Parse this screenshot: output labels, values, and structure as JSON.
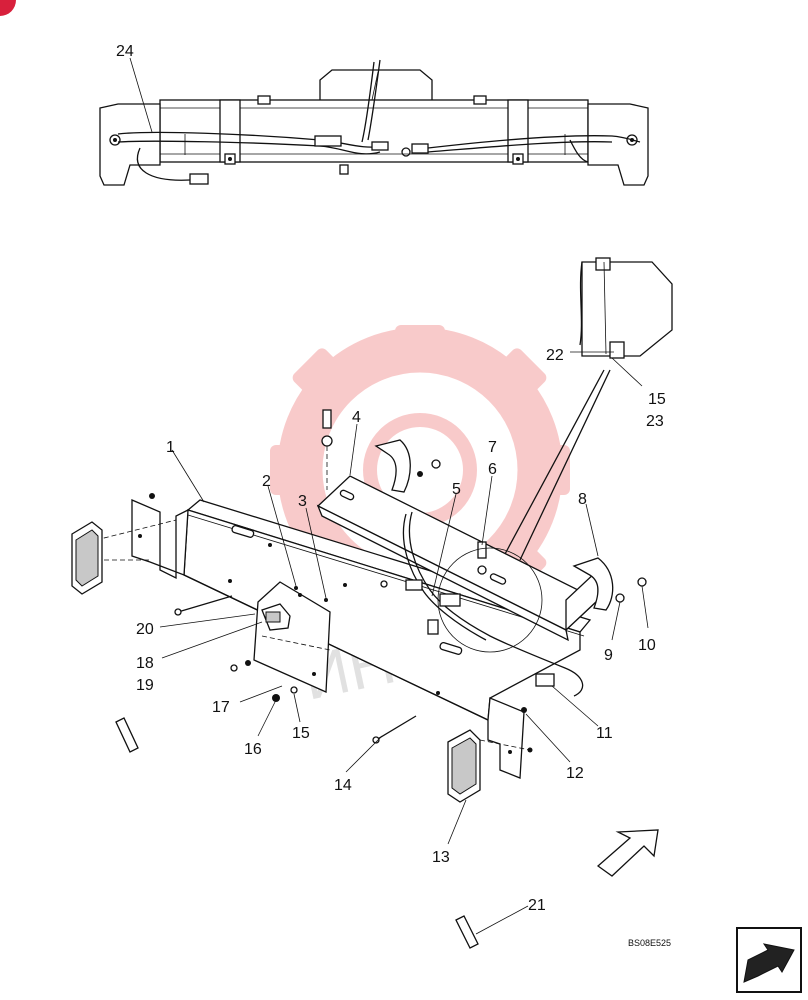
{
  "diagram": {
    "callouts": [
      {
        "id": "24",
        "text": "24"
      },
      {
        "id": "22",
        "text": "22"
      },
      {
        "id": "15a",
        "text": "15"
      },
      {
        "id": "23",
        "text": "23"
      },
      {
        "id": "1",
        "text": "1"
      },
      {
        "id": "4",
        "text": "4"
      },
      {
        "id": "7",
        "text": "7"
      },
      {
        "id": "6",
        "text": "6"
      },
      {
        "id": "2",
        "text": "2"
      },
      {
        "id": "3",
        "text": "3"
      },
      {
        "id": "5",
        "text": "5"
      },
      {
        "id": "8",
        "text": "8"
      },
      {
        "id": "9",
        "text": "9"
      },
      {
        "id": "10",
        "text": "10"
      },
      {
        "id": "20",
        "text": "20"
      },
      {
        "id": "18",
        "text": "18"
      },
      {
        "id": "19",
        "text": "19"
      },
      {
        "id": "17",
        "text": "17"
      },
      {
        "id": "16",
        "text": "16"
      },
      {
        "id": "15b",
        "text": "15"
      },
      {
        "id": "14",
        "text": "14"
      },
      {
        "id": "11",
        "text": "11"
      },
      {
        "id": "12",
        "text": "12"
      },
      {
        "id": "13",
        "text": "13"
      },
      {
        "id": "21",
        "text": "21"
      }
    ],
    "drawing_code": "BS08E525",
    "watermark_text": "ИНТЕХ",
    "colors": {
      "line": "#111111",
      "watermark": "#f4a0a0",
      "badge": "#d8203c"
    }
  }
}
